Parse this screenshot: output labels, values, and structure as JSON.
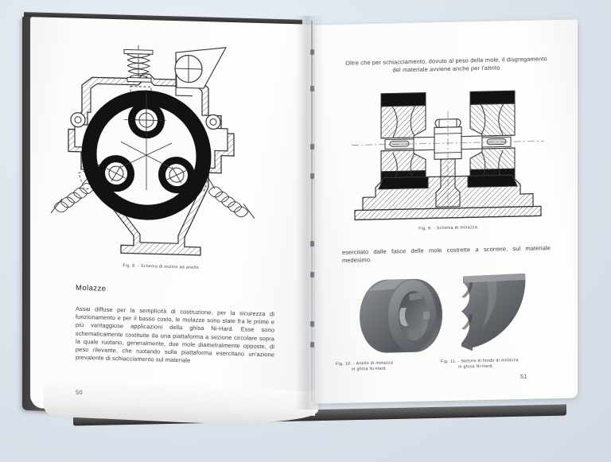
{
  "scene": {
    "description": "photograph of an open Italian technical book on a pale blue-grey surface",
    "background_color": "#dde5ed",
    "page_color": "#fbfbfa",
    "ink_color": "#2e3033"
  },
  "left_page": {
    "folio": "50",
    "figure": {
      "id": "fig-8",
      "caption": "Fig. 8. - Schema di mulino ad anello."
    },
    "section_heading": "Molazze",
    "paragraph": "Assai diffuse per la semplicità di costruzione, per la sicurezza di funzionamento e per il basso costo, le molazze sono state fra le prime e più vantaggiose applicazioni della ghisa Ni-Hard. Esse sono schematicamente costituite da una piattaforma a sezione circolare sopra la quale ruotano, generalmente, due mole diametralmente opposte, di peso rilevante, che ruotando sulla piattaforma esercitano un'azione prevalente di schiacciamento sul materiale"
  },
  "right_page": {
    "folio": "51",
    "header_paragraph": "Oltre che per schiacciamento, dovuto al peso delle mole, il disgregamento del materiale avviene anche per l'attrito",
    "figure_9": {
      "id": "fig-9",
      "caption": "Fig. 9. - Schema di molazza."
    },
    "mid_paragraph": "esercitato dalle fasce delle mole costrette a scorrere, sul materiale medesimo.",
    "figure_10": {
      "id": "fig-10",
      "caption_line1": "Fig. 10. - Anello di molazza",
      "caption_line2": "in ghisa Ni-Hard."
    },
    "figure_11": {
      "id": "fig-11",
      "caption_line1": "Fig. 11. - Settore di fondo di molazza",
      "caption_line2": "in ghisa Ni-Hard."
    }
  }
}
